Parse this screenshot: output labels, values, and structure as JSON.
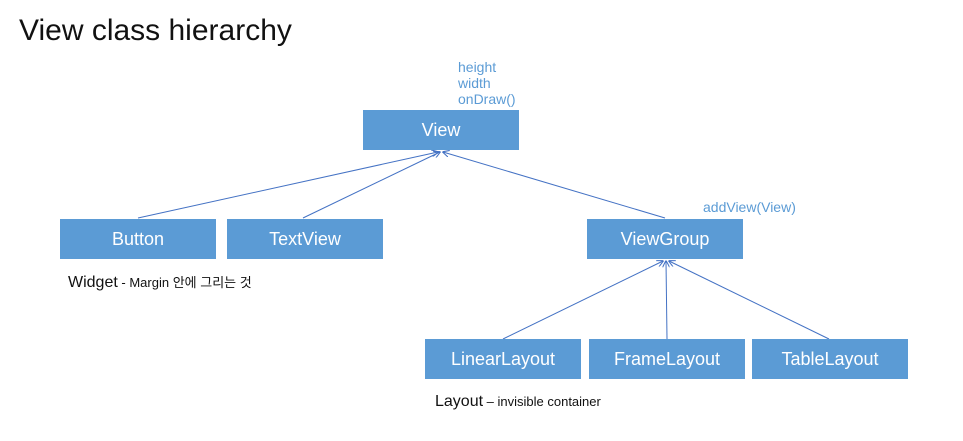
{
  "title": "View class hierarchy",
  "colors": {
    "box": "#5b9bd5",
    "line": "#4472c4",
    "text": "#111111"
  },
  "nodes": {
    "view": "View",
    "button": "Button",
    "textview": "TextView",
    "viewgroup": "ViewGroup",
    "linearlayout": "LinearLayout",
    "framelayout": "FrameLayout",
    "tablelayout": "TableLayout"
  },
  "annotations": {
    "view_members": [
      "height",
      "width",
      "onDraw()"
    ],
    "viewgroup_member": "addView(View)"
  },
  "notes": {
    "widget_label": "Widget",
    "widget_desc": " - Margin 안에 그리는 것",
    "layout_label": "Layout",
    "layout_desc": " – invisible container"
  },
  "edges": [
    {
      "from": "button",
      "to": "view"
    },
    {
      "from": "textview",
      "to": "view"
    },
    {
      "from": "viewgroup",
      "to": "view"
    },
    {
      "from": "linearlayout",
      "to": "viewgroup"
    },
    {
      "from": "framelayout",
      "to": "viewgroup"
    },
    {
      "from": "tablelayout",
      "to": "viewgroup"
    }
  ]
}
